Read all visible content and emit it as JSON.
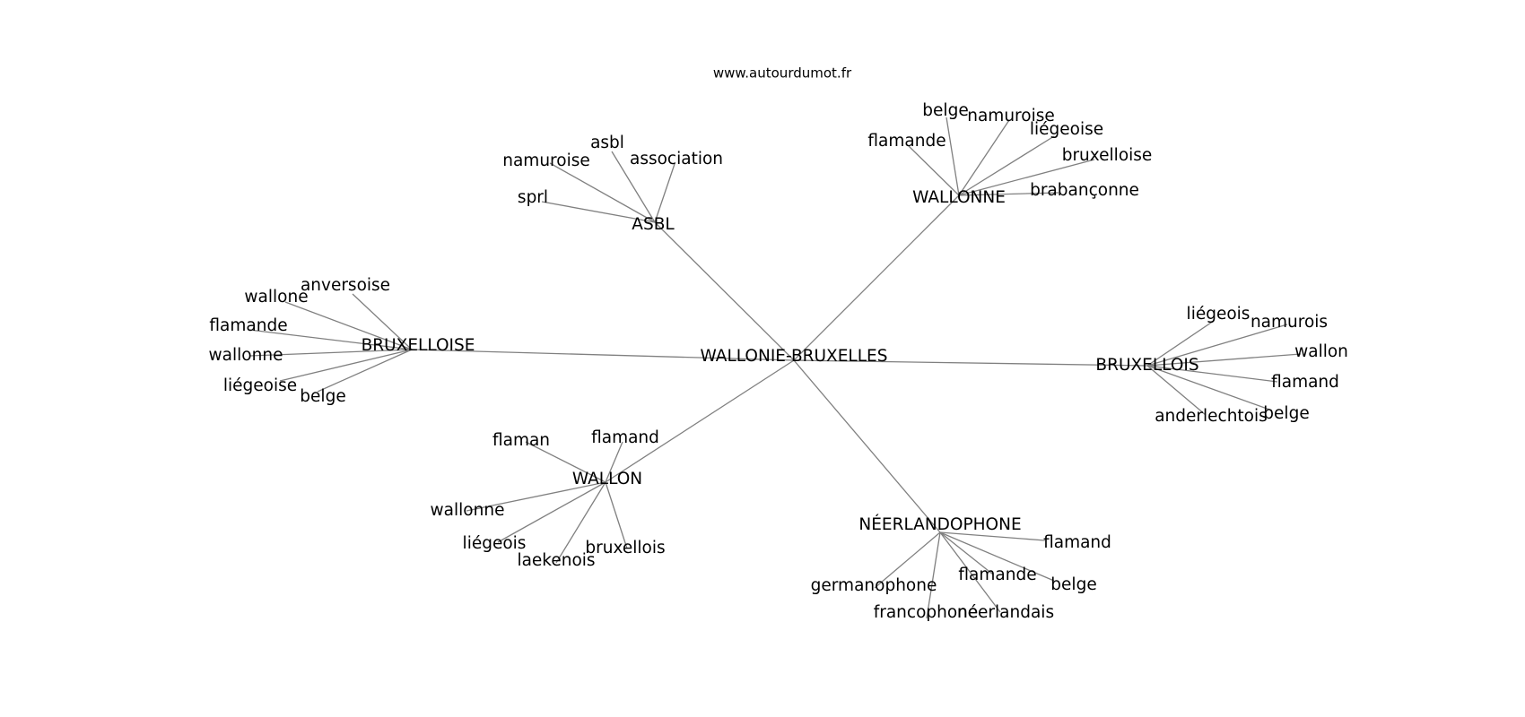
{
  "watermark": "www.autourdumot.fr",
  "graph": {
    "root": "WALLONIE-BRUXELLES",
    "clusters": [
      {
        "id": "asbl",
        "label": "ASBL",
        "children": [
          "asbl",
          "association",
          "namuroise",
          "sprl"
        ]
      },
      {
        "id": "wallonne",
        "label": "WALLONNE",
        "children": [
          "belge",
          "namuroise",
          "liégeoise",
          "flamande",
          "bruxelloise",
          "brabançonne"
        ]
      },
      {
        "id": "bruxelloise",
        "label": "BRUXELLOISE",
        "children": [
          "anversoise",
          "wallone",
          "flamande",
          "wallonne",
          "liégeoise",
          "belge"
        ]
      },
      {
        "id": "bruxellois",
        "label": "BRUXELLOIS",
        "children": [
          "liégeois",
          "namurois",
          "wallon",
          "flamand",
          "belge",
          "anderlechtois"
        ]
      },
      {
        "id": "wallon",
        "label": "WALLON",
        "children": [
          "flaman",
          "flamand",
          "wallonne",
          "liégeois",
          "laekenois",
          "bruxellois"
        ]
      },
      {
        "id": "neerlandophone",
        "label": "NÉERLANDOPHONE",
        "children": [
          "flamand",
          "germanophone",
          "flamande",
          "belge",
          "francophone",
          "néerlandais"
        ]
      }
    ]
  }
}
